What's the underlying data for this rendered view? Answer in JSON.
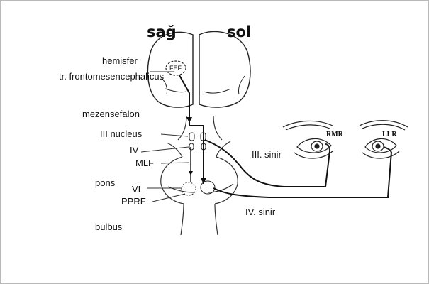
{
  "sides": {
    "right": "sağ",
    "left": "sol"
  },
  "labels": {
    "hemisphere": "hemisfer",
    "tract": "tr. frontomesencephalicus",
    "fef": "FEF",
    "midbrain": "mezensefalon",
    "nucleus3": "III nucleus",
    "n4": "IV",
    "mlf": "MLF",
    "pons": "pons",
    "n6": "VI",
    "pprf": "PPRF",
    "bulbus": "bulbus",
    "nerve3": "III. sinir",
    "nerve4": "IV. sinir",
    "rmr": "RMR",
    "llr": "LLR"
  },
  "colors": {
    "ink": "#111111",
    "frame": "#b9b9b9"
  }
}
